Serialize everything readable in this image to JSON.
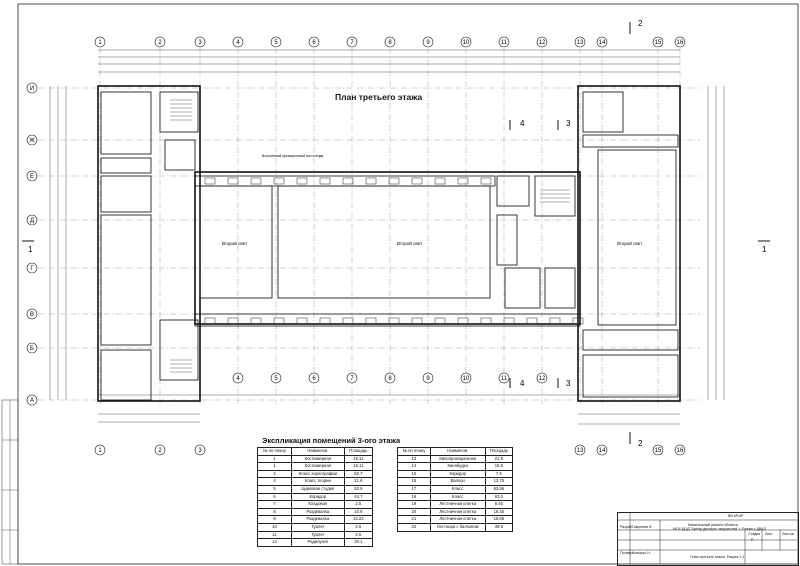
{
  "plan_title": "План третьего этажа",
  "column_axes": [
    "1",
    "2",
    "3",
    "4",
    "5",
    "6",
    "7",
    "8",
    "9",
    "10",
    "11",
    "12",
    "13",
    "14",
    "15",
    "16"
  ],
  "row_axes": [
    "И",
    "Ж",
    "Е",
    "Д",
    "Г",
    "В",
    "Б",
    "А"
  ],
  "section_marks": {
    "a": "1",
    "b": "1",
    "c": "2",
    "d": "2",
    "e": "4",
    "f": "3"
  },
  "room_labels": {
    "double_height": "Второй свет",
    "stage_note": "Встроенный проекционный пол стенда"
  },
  "explication": {
    "title": "Экспликация помещений 3-ого этажа",
    "headers": [
      "№ по плану",
      "Наименов.",
      "Площадь"
    ],
    "left_rows": [
      [
        "1",
        "Костюмерная",
        "15.11"
      ],
      [
        "1",
        "Костюмерная",
        "15.11"
      ],
      [
        "2",
        "Класс хореографии",
        "82.7"
      ],
      [
        "4",
        "Класс теории",
        "21.6"
      ],
      [
        "5",
        "Цирковая студия",
        "52.9"
      ],
      [
        "6",
        "Коридор",
        "44.7"
      ],
      [
        "7",
        "Кладовая",
        "2.5"
      ],
      [
        "8",
        "Раздевалка",
        "10.8"
      ],
      [
        "9",
        "Раздевалка",
        "13.22"
      ],
      [
        "10",
        "Туалет",
        "2.6"
      ],
      [
        "11",
        "Туалет",
        "2.5"
      ],
      [
        "12",
        "Радиоузел",
        "30.1"
      ]
    ],
    "right_rows": [
      [
        "13",
        "Кинопроекционная",
        "21.9"
      ],
      [
        "14",
        "Кинобудка",
        "15.5"
      ],
      [
        "15",
        "Коридор",
        "7.9"
      ],
      [
        "16",
        "Балкон",
        "13.75"
      ],
      [
        "17",
        "Класс",
        "63.95"
      ],
      [
        "18",
        "Класс",
        "63.0"
      ],
      [
        "19",
        "Лестничная клетка",
        "8.45"
      ],
      [
        "20",
        "Лестничная клетка",
        "16.45"
      ],
      [
        "21",
        "Лестничная клетка",
        "16.85"
      ],
      [
        "22",
        "Лестница с балконом",
        "39.6"
      ]
    ]
  },
  "title_block": {
    "code": "ВВ.КР.АР",
    "line1": "Капитальный ремонт объекта",
    "line2": "МОУ ДОД \"Центр детского творчества\" г. Ржева с ДВАЗ",
    "developed": "Разраб.",
    "dev_name": "Гаврилов Н.",
    "check": "Провер.",
    "check_name": "Копырко Н.",
    "sheet_label": "Стадия",
    "sheet_num": "Лист",
    "sheets": "Листов",
    "stage": "Р",
    "name": "План третьего этажа. Разрез 1-1"
  }
}
